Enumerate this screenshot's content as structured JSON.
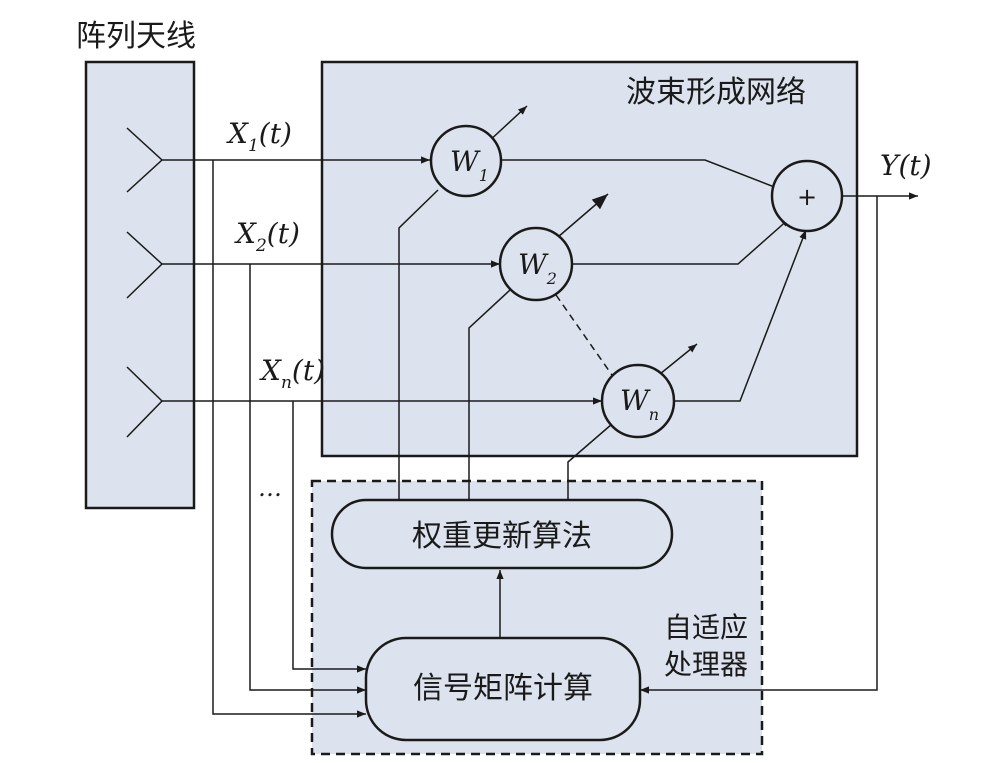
{
  "labels": {
    "array_antenna": "阵列天线",
    "beamforming_network": "波束形成网络",
    "adaptive_processor_line1": "自适应",
    "adaptive_processor_line2": "处理器",
    "weight_update": "权重更新算法",
    "signal_matrix": "信号矩阵计算",
    "ellipsis": "…",
    "sum_symbol": "+"
  },
  "inputs": [
    {
      "var": "X",
      "sub": "1",
      "arg": "(t)"
    },
    {
      "var": "X",
      "sub": "2",
      "arg": "(t)"
    },
    {
      "var": "X",
      "sub": "n",
      "arg": "(t)"
    }
  ],
  "weights": [
    {
      "var": "W",
      "sub": "1"
    },
    {
      "var": "W",
      "sub": "2"
    },
    {
      "var": "W",
      "sub": "n"
    }
  ],
  "output": {
    "var": "Y",
    "arg": "(t)"
  },
  "colors": {
    "panel_fill": "#dce3ee",
    "line": "#1a1a1a"
  }
}
